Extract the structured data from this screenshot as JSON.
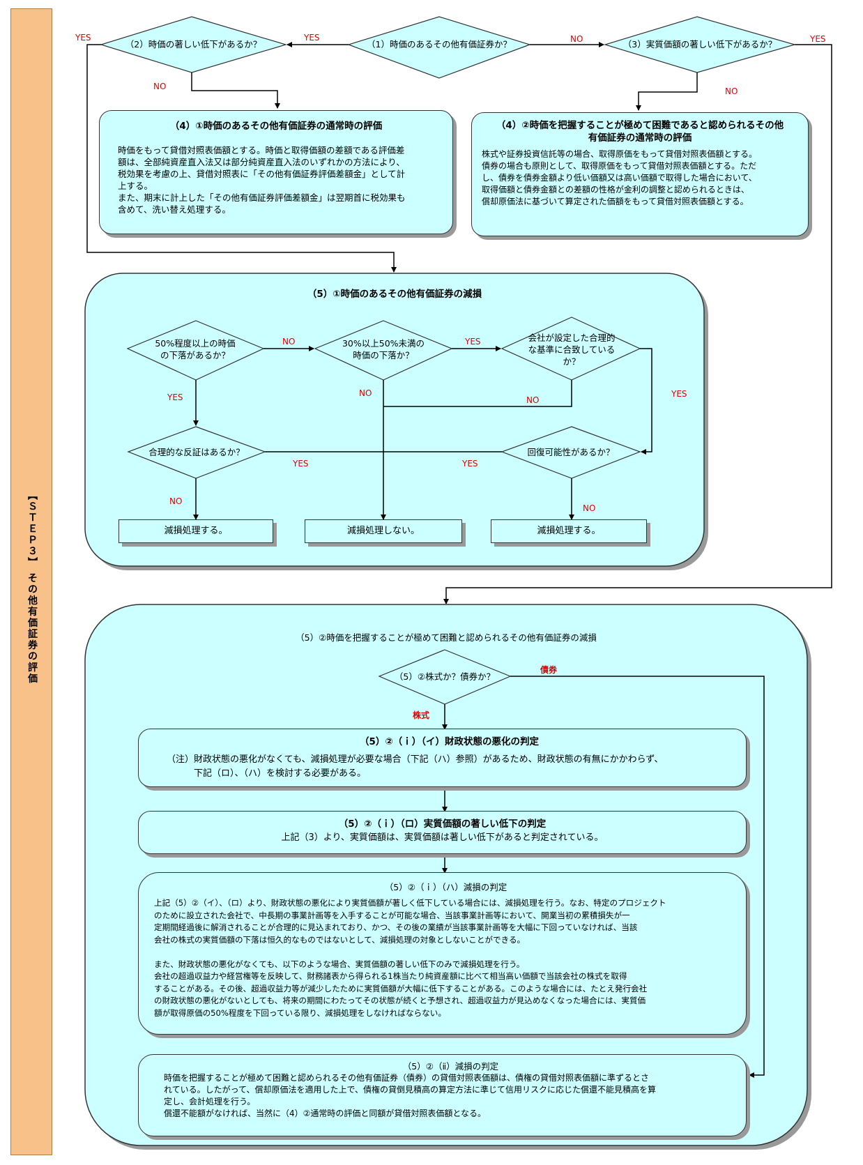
{
  "sidebar": {
    "label": "【ＳＴＥＰ３】 その他有価証券の評価"
  },
  "decisions": {
    "q1": "（1）時価のあるその他有価証券か？",
    "q2": "（2）時価の著しい低下があるか？",
    "q3": "（3）実質価額の著しい低下があるか？",
    "s51_q1": "50%程度以上の時価\nの下落があるか？",
    "s51_q2": "30%以上50%未満の\n時価の下落か？",
    "s51_q3": "会社が設定した合理的\nな基準に合致している\nか？",
    "s51_q4": "合理的な反証はあるか？",
    "s51_q5": "回復可能性があるか？",
    "s52_q": "（5）②株式か？債券か？"
  },
  "labels": {
    "yes": "YES",
    "no": "NO",
    "stock": "株式",
    "bond": "債券"
  },
  "boxes": {
    "b41": {
      "title": "（4）①時価のあるその他有価証券の通常時の評価",
      "body": "時価をもって貸借対照表価額とする。時価と取得価額の差額である評価差\n額は、全部純資産直入法又は部分純資産直入法のいずれかの方法により、\n税効果を考慮の上、貸借対照表に「その他有価証券評価差額金」として計\n上する。\nまた、期末に計上した「その他有価証券評価差額金」は翌期首に税効果も\n含めて、洗い替え処理する。"
    },
    "b42": {
      "title": "（4）②時価を把握することが極めて困難であると認められるその他\n有価証券の通常時の評価",
      "body": "株式や証券投資信託等の場合、取得原価をもって貸借対照表価額とする。\n債券の場合も原則として、取得原価をもって貸借対照表価額とする。ただ\nし、債券を債券金額より低い価額又は高い価額で取得した場合において、\n取得価額と債券金額との差額の性格が金利の調整と認められるときは、\n償却原価法に基づいて算定された価額をもって貸借対照表価額とする。"
    },
    "s51": {
      "title": "（5）①時価のあるその他有価証券の減損"
    },
    "s51_r1": "減損処理する。",
    "s51_r2": "減損処理しない。",
    "s51_r3": "減損処理する。",
    "s52": {
      "title": "（5）②時価を把握することが極めて困難と認められるその他有価証券の減損"
    },
    "s52_i_i": {
      "title": "（5）②（ｉ）（イ）財政状態の悪化の判定",
      "body": "（注）財政状態の悪化がなくても、減損処理が必要な場合（下記（ハ）参照）があるため、財政状態の有無にかかわらず、\n　　　下記（ロ）、（ハ）を検討する必要がある。"
    },
    "s52_i_ro": {
      "title": "（5）②（ｉ）（ロ）実質価額の著しい低下の判定",
      "body": "上記（3）より、実質価額は、実質価額は著しい低下があると判定されている。"
    },
    "s52_i_ha": {
      "title": "（5）②（ｉ）（ハ）減損の判定",
      "body": "上記（5）②（イ）、（ロ）より、財政状態の悪化により実質価額が著しく低下している場合には、減損処理を行う。なお、特定のプロジェクト\nのために設立された会社で、中長期の事業計画等を入手することが可能な場合、当該事業計画等において、開業当初の累積損失が一\n定期間経過後に解消されることが合理的に見込まれており、かつ、その後の業績が当該事業計画等を大幅に下回っていなければ、当該\n会社の株式の実質価額の下落は恒久的なものではないとして、減損処理の対象としないことができる。\n\nまた、財政状態の悪化がなくても、以下のような場合、実質価額の著しい低下のみで減損処理を行う。\n会社の超過収益力や経営権等を反映して、財務諸表から得られる1株当たり純資産額に比べて相当高い価額で当該会社の株式を取得\nすることがある。その後、超過収益力等が減少したために実質価額が大幅に低下することがある。このような場合には、たとえ発行会社\nの財政状態の悪化がないとしても、将来の期間にわたってその状態が続くと予想され、超過収益力が見込めなくなった場合には、実質価\n額が取得原価の50%程度を下回っている限り、減損処理をしなければならない。"
    },
    "s52_ii": {
      "title": "（5）②（ⅱ）減損の判定",
      "body": "時価を把握することが極めて困難と認められるその他有価証券（債券）の貸借対照表価額は、債権の貸借対照表価額に準ずるとさ\nれている。したがって、償却原価法を適用した上で、債権の貸倒見積高の算定方法に準じて信用リスクに応じた償還不能見積高を算\n定し、会計処理を行う。\n償還不能額がなければ、当然に（4）②通常時の評価と同額が貸借対照表価額となる。"
    }
  },
  "colors": {
    "box_fill": "#ccffff",
    "sidebar_fill": "#f9c18a",
    "label_red": "#e00000",
    "line": "#000000"
  }
}
